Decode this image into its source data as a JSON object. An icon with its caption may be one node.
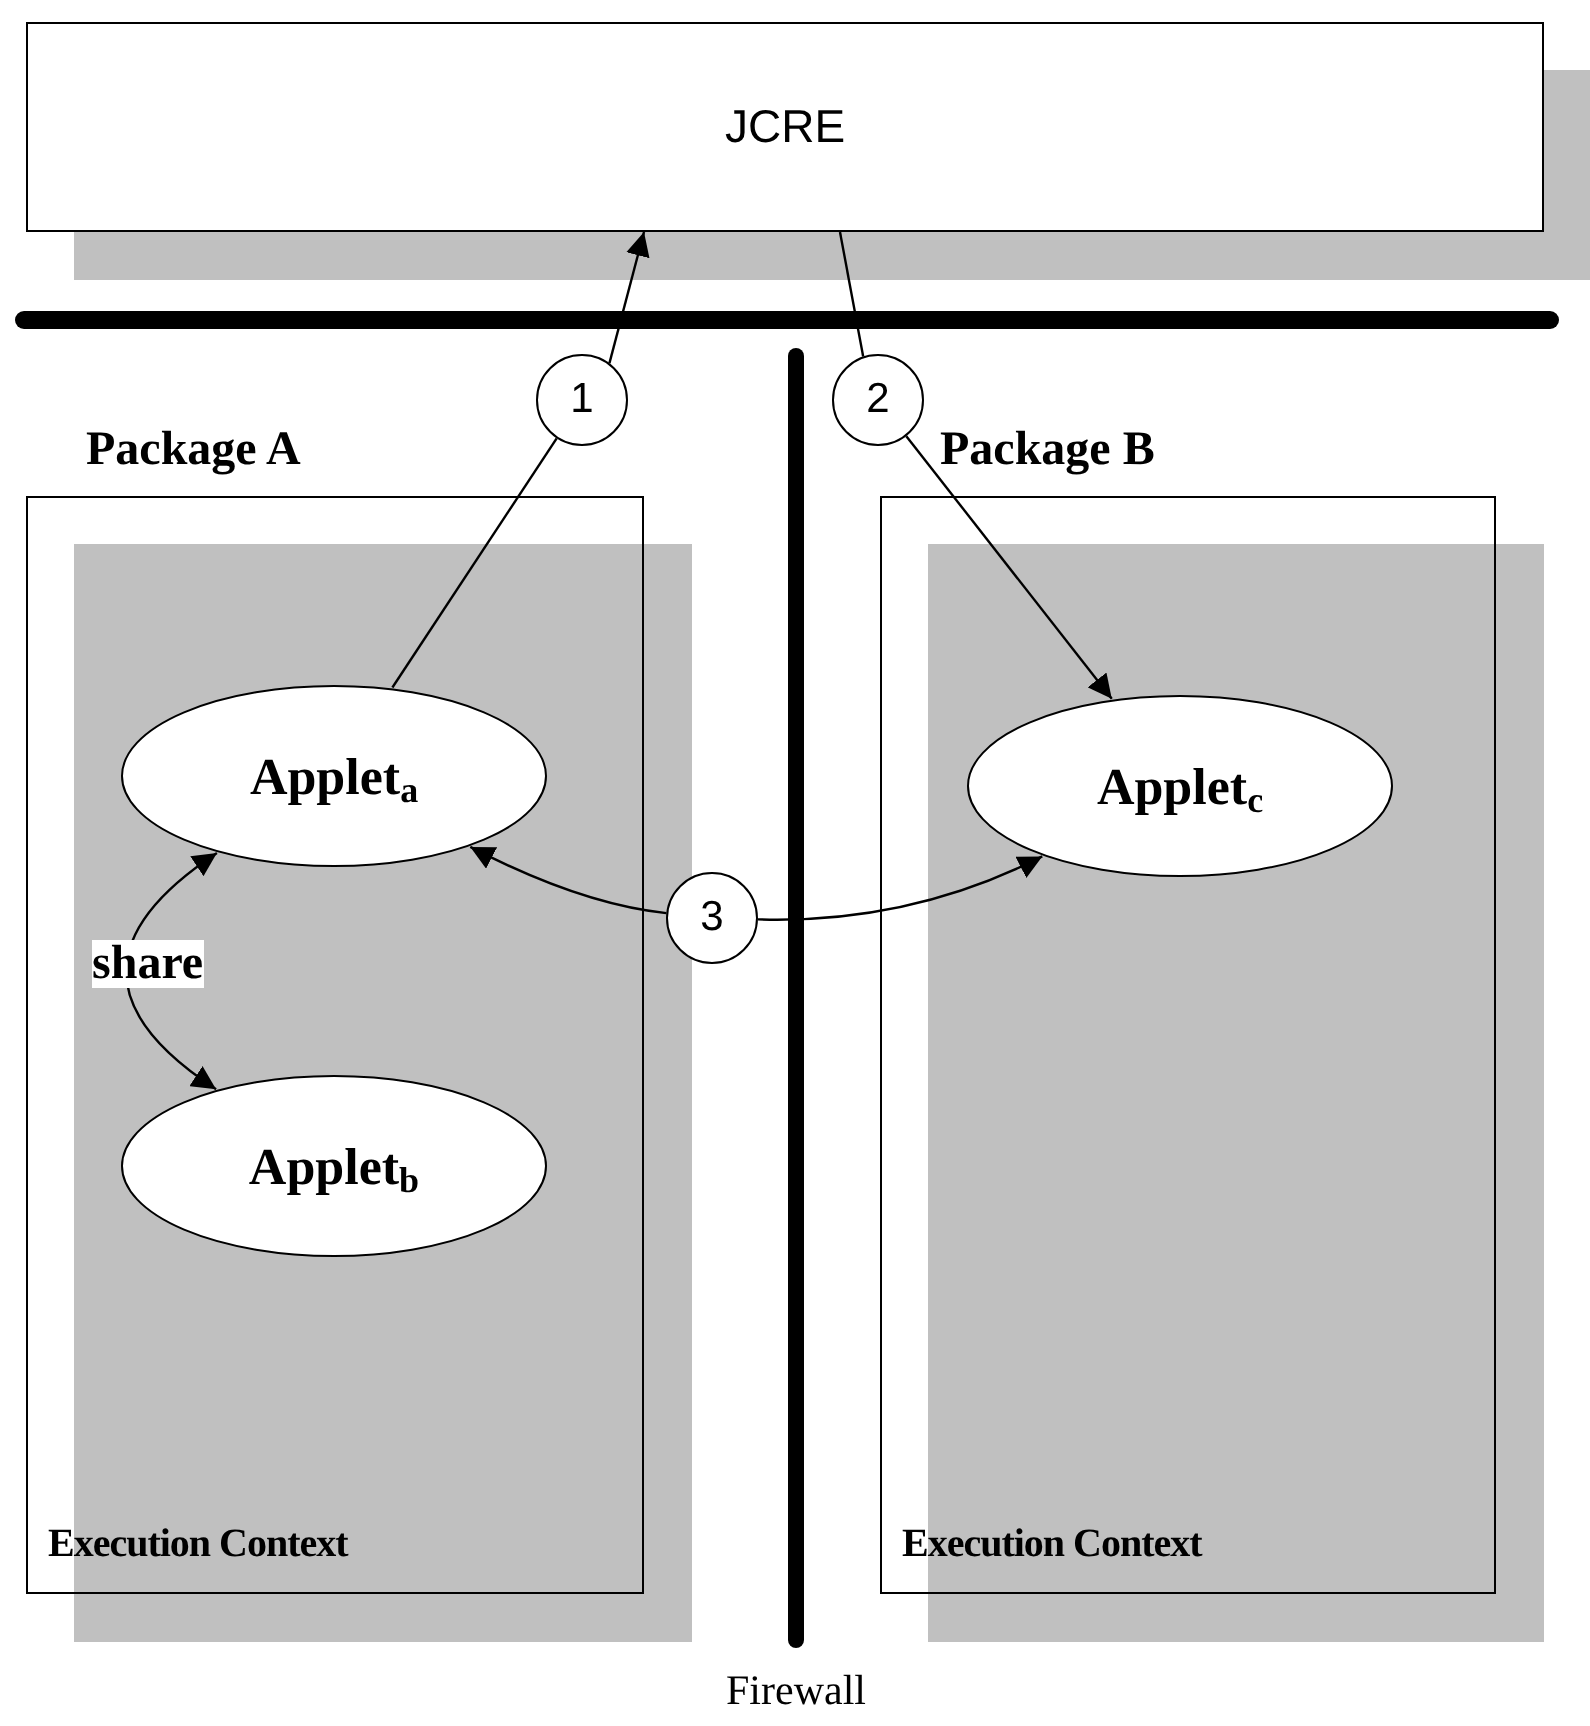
{
  "diagram": {
    "nodes": [
      {
        "text": [
          "JCRE"
        ]
      },
      {
        "text": [
          "Package A",
          "Execution Context"
        ]
      },
      {
        "text": [
          "Applet$_{a}$"
        ],
        "in": 1
      },
      {
        "text": [
          "Applet$_{b}$"
        ],
        "in": 1
      },
      {
        "text": [
          "Package B",
          "Execution Context"
        ]
      },
      {
        "text": [
          "Applet$_{c}$"
        ],
        "in": 4
      },
      {
        "text": [
          "1"
        ]
      },
      {
        "text": [
          "2"
        ]
      },
      {
        "text": [
          "3"
        ]
      }
    ],
    "edges": [
      {
        "from": 2,
        "to": 6,
        "arrow": "none"
      },
      {
        "from": 6,
        "to": 0,
        "arrow": "to"
      },
      {
        "from": 0,
        "to": 7,
        "arrow": "none"
      },
      {
        "from": 7,
        "to": 5,
        "arrow": "to"
      },
      {
        "from": 8,
        "to": 2,
        "arrow": "to"
      },
      {
        "from": 8,
        "to": 5,
        "arrow": "to"
      },
      {
        "from": 2,
        "to": 3,
        "arrow": "both",
        "label": "share"
      }
    ],
    "labels": [
      "Firewall"
    ]
  }
}
